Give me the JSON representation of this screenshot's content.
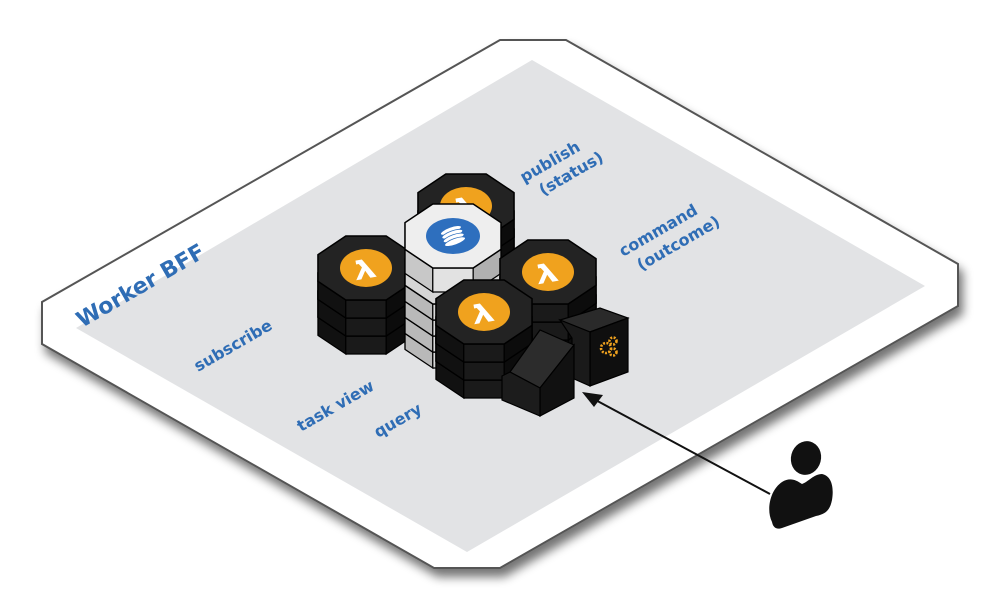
{
  "diagram": {
    "title": "Worker BFF",
    "labels": {
      "subscribe": "subscribe",
      "task_view": "task view",
      "query": "query",
      "publish_line1": "publish",
      "publish_line2": "(status)",
      "command_line1": "command",
      "command_line2": "(outcome)"
    },
    "components": [
      {
        "id": "lambda-left",
        "type": "lambda-function",
        "icon": "lambda-icon"
      },
      {
        "id": "lambda-back",
        "type": "lambda-function",
        "icon": "lambda-icon"
      },
      {
        "id": "database",
        "type": "database",
        "icon": "database-icon"
      },
      {
        "id": "lambda-right",
        "type": "lambda-function",
        "icon": "lambda-icon"
      },
      {
        "id": "lambda-front",
        "type": "lambda-function",
        "icon": "lambda-icon"
      },
      {
        "id": "api-gateway",
        "type": "gateway",
        "icon": "gears-icon"
      }
    ],
    "actor": {
      "type": "user",
      "icon": "user-icon"
    },
    "colors": {
      "label_blue": "#2f6db5",
      "lambda_orange": "#f0a21e",
      "database_blue": "#2e6fbe",
      "platform_grey": "#e2e3e5",
      "block_black": "#1c1c1c"
    }
  }
}
